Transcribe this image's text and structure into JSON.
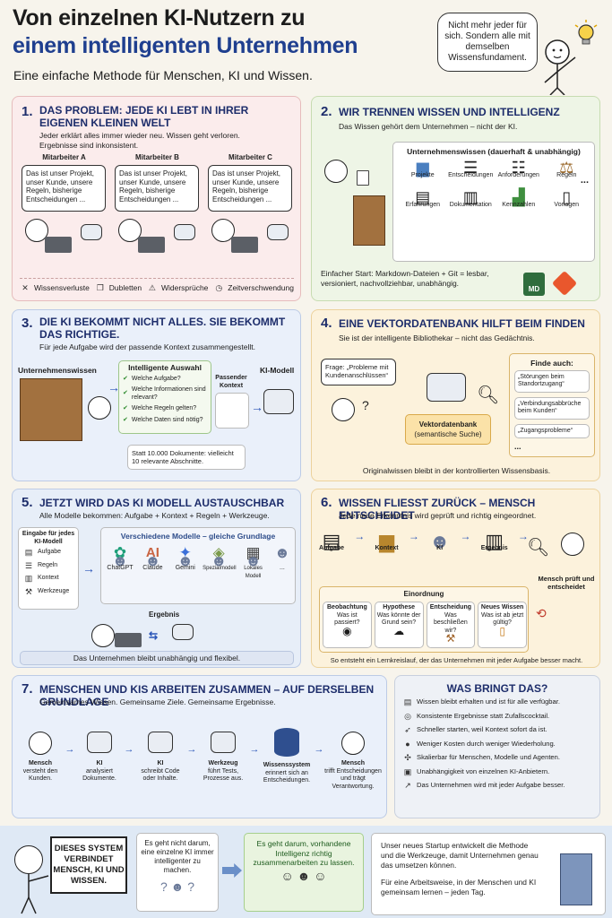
{
  "header": {
    "title_line1": "Von einzelnen KI-Nutzern zu",
    "title_line2": "einem intelligenten Unternehmen",
    "subtitle": "Eine einfache Methode für Menschen, KI und Wissen.",
    "bubble": "Nicht mehr jeder für sich. Sondern alle mit demselben Wissensfundament."
  },
  "s1": {
    "num": "1.",
    "title": "DAS PROBLEM: JEDE KI LEBT IN IHRER EIGENEN KLEINEN WELT",
    "desc": "Jeder erklärt alles immer wieder neu. Wissen geht verloren. Ergebnisse sind inkonsistent.",
    "workers": [
      {
        "label": "Mitarbeiter A",
        "text": "Das ist unser Projekt, unser Kunde, unsere Regeln, bisherige Entscheidungen ..."
      },
      {
        "label": "Mitarbeiter B",
        "text": "Das ist unser Projekt, unser Kunde, unsere Regeln, bisherige Entscheidungen ..."
      },
      {
        "label": "Mitarbeiter C",
        "text": "Das ist unser Projekt, unser Kunde, unsere Regeln, bisherige Entscheidungen ..."
      }
    ],
    "problems": [
      "Wissensverluste",
      "Dubletten",
      "Widersprüche",
      "Zeitverschwendung"
    ]
  },
  "s2": {
    "num": "2.",
    "title": "WIR TRENNEN WISSEN UND INTELLIGENZ",
    "desc": "Das Wissen gehört dem Unternehmen – nicht der KI.",
    "box_title": "Unternehmenswissen (dauerhaft & unabhängig)",
    "items": [
      "Projekte",
      "Entscheidungen",
      "Anforderungen",
      "Regeln",
      "Erfahrungen",
      "Dokumentation",
      "Kennzahlen",
      "Vorlagen"
    ],
    "more": "...",
    "footer": "Einfacher Start: Markdown-Dateien + Git = lesbar, versioniert, nachvollziehbar, unabhängig.",
    "md": "MD"
  },
  "s3": {
    "num": "3.",
    "title": "DIE KI BEKOMMT NICHT ALLES. SIE BEKOMMT DAS RICHTIGE.",
    "desc": "Für jede Aufgabe wird der passende Kontext zusammengestellt.",
    "left_label": "Unternehmenswissen",
    "sel_title": "Intelligente Auswahl",
    "checks": [
      "Welche Aufgabe?",
      "Welche Informationen sind relevant?",
      "Welche Regeln gelten?",
      "Welche Daten sind nötig?"
    ],
    "ctx_label": "Passender Kontext",
    "model_label": "KI-Modell",
    "stat": "Statt 10.000 Dokumente: vielleicht 10 relevante Abschnitte."
  },
  "s4": {
    "num": "4.",
    "title": "EINE VEKTORDATENBANK HILFT BEIM FINDEN",
    "desc": "Sie ist der intelligente Bibliothekar – nicht das Gedächtnis.",
    "question": "Frage: „Probleme mit Kundenanschlüssen“",
    "db_line1": "Vektordatenbank",
    "db_line2": "(semantische Suche)",
    "found_title": "Finde auch:",
    "found": [
      "„Störungen beim Standortzugang“",
      "„Verbindungsabbrüche beim Kunden“",
      "„Zugangsprobleme“"
    ],
    "dots": "...",
    "footer": "Originalwissen bleibt in der kontrollierten Wissensbasis."
  },
  "s5": {
    "num": "5.",
    "title": "JETZT WIRD DAS KI MODELL AUSTAUSCHBAR",
    "desc": "Alle Modelle bekommen: Aufgabe + Kontext + Regeln + Werkzeuge.",
    "input_title": "Eingabe für jedes KI-Modell",
    "inputs": [
      "Aufgabe",
      "Regeln",
      "Kontext",
      "Werkzeuge"
    ],
    "models_title": "Verschiedene Modelle – gleiche Grundlage",
    "models": [
      "ChatGPT",
      "Claude",
      "Gemini",
      "Spezialmodell",
      "Lokales Modell",
      "..."
    ],
    "result_label": "Ergebnis",
    "footer": "Das Unternehmen bleibt unabhängig und flexibel."
  },
  "s6": {
    "num": "6.",
    "title": "WISSEN FLIESST ZURÜCK – MENSCH ENTSCHEIDET",
    "desc": "Jede neue Erkenntnis wird geprüft und richtig eingeordnet.",
    "flow": [
      "Aufgabe",
      "Kontext",
      "KI",
      "Ergebnis"
    ],
    "human": "Mensch prüft und entscheidet",
    "classify_title": "Einordnung",
    "classes": [
      {
        "title": "Beobachtung",
        "q": "Was ist passiert?"
      },
      {
        "title": "Hypothese",
        "q": "Was könnte der Grund sein?"
      },
      {
        "title": "Entscheidung",
        "q": "Was beschließen wir?"
      },
      {
        "title": "Neues Wissen",
        "q": "Was ist ab jetzt gültig?"
      }
    ],
    "footer": "So entsteht ein Lernkreislauf, der das Unternehmen mit jeder Aufgabe besser macht."
  },
  "s7": {
    "num": "7.",
    "title": "MENSCHEN UND KIS ARBEITEN ZUSAMMEN – AUF DERSELBEN GRUNDLAGE",
    "desc": "Gemeinsames Wissen. Gemeinsame Ziele. Gemeinsame Ergebnisse.",
    "steps": [
      {
        "title": "Mensch",
        "text": "versteht den Kunden."
      },
      {
        "title": "KI",
        "text": "analysiert Dokumente."
      },
      {
        "title": "KI",
        "text": "schreibt Code oder Inhalte."
      },
      {
        "title": "Werkzeug",
        "text": "führt Tests, Prozesse aus."
      },
      {
        "title": "Wissenssystem",
        "text": "erinnert sich an Entscheidungen."
      },
      {
        "title": "Mensch",
        "text": "trifft Entscheidungen und trägt Verantwortung."
      }
    ]
  },
  "benefits": {
    "title": "WAS BRINGT DAS?",
    "items": [
      "Wissen bleibt erhalten und ist für alle verfügbar.",
      "Konsistente Ergebnisse statt Zufallscocktail.",
      "Schneller starten, weil Kontext sofort da ist.",
      "Weniger Kosten durch weniger Wiederholung.",
      "Skalierbar für Menschen, Modelle und Agenten.",
      "Unabhängigkeit von einzelnen KI-Anbietern.",
      "Das Unternehmen wird mit jeder Aufgabe besser."
    ]
  },
  "footer": {
    "sign": "DIESES SYSTEM VERBINDET MENSCH, KI UND WISSEN.",
    "left_text": "Es geht nicht darum, eine einzelne KI immer intelligenter zu machen.",
    "right_text": "Es geht darum, vorhandene Intelligenz richtig zusammenarbeiten zu lassen.",
    "startup1": "Unser neues Startup entwickelt die Methode und die Werkzeuge, damit Unternehmen genau das umsetzen können.",
    "startup2": "Für eine Arbeitsweise, in der Menschen und KI gemeinsam lernen – jeden Tag."
  }
}
